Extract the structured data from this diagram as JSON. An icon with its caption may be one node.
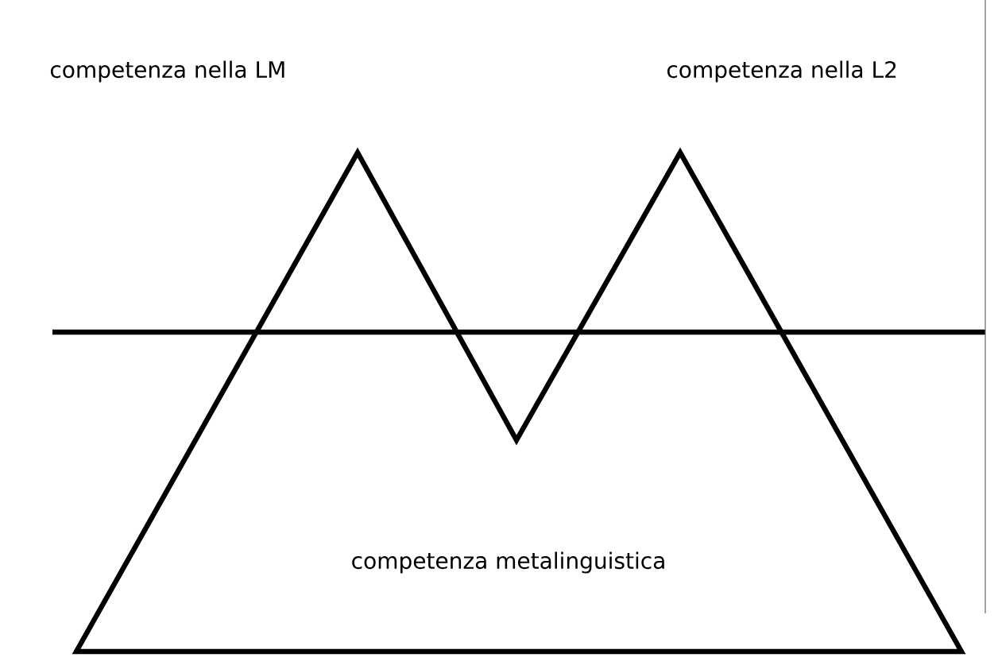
{
  "diagram": {
    "labels": [
      "competenza nella LM",
      "competenza nella L2",
      "competenza metalinguistica"
    ]
  }
}
